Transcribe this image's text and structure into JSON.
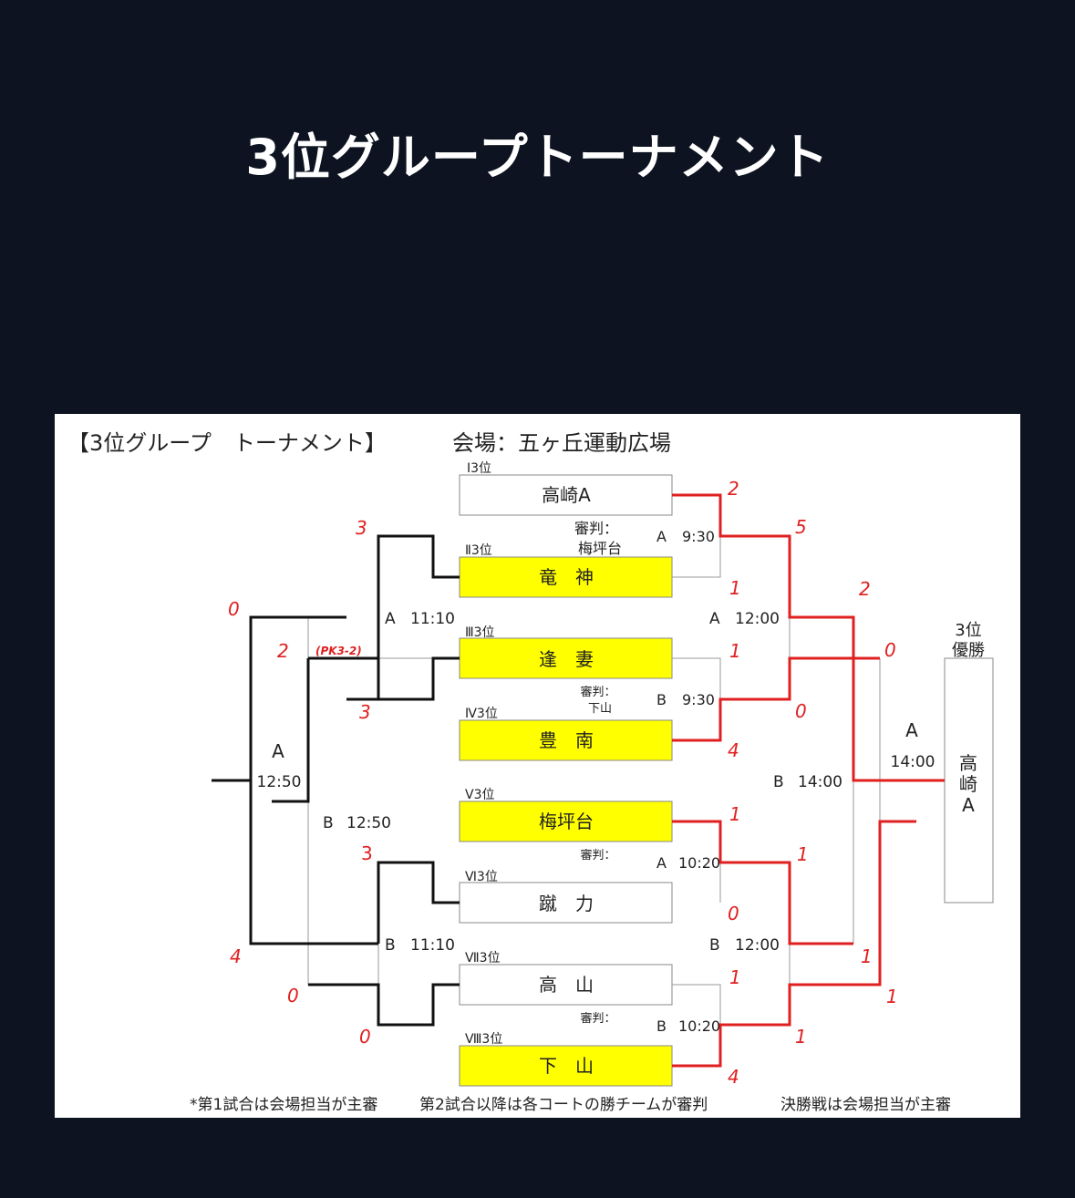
{
  "page_title": "3位グループトーナメント",
  "bracket": {
    "heading": "【3位グループ　トーナメント】",
    "venue": "会場：五ヶ丘運動広場",
    "final_label_top": "3位",
    "final_label_bottom": "優勝",
    "champion": [
      "高",
      "崎",
      "A"
    ],
    "footnote_1": "*第1試合は会場担当が主審",
    "footnote_2": "第2試合以降は各コートの勝チームが審判",
    "footnote_3": "決勝戦は会場担当が主審",
    "teams": [
      {
        "seed": "Ⅰ3位",
        "name": "高崎A",
        "highlight": false
      },
      {
        "seed": "Ⅱ3位",
        "name": "竜　神",
        "highlight": true
      },
      {
        "seed": "Ⅲ3位",
        "name": "逢　妻",
        "highlight": true
      },
      {
        "seed": "Ⅳ3位",
        "name": "豊　南",
        "highlight": true
      },
      {
        "seed": "Ⅴ3位",
        "name": "梅坪台",
        "highlight": true
      },
      {
        "seed": "Ⅵ3位",
        "name": "蹴　力",
        "highlight": false
      },
      {
        "seed": "Ⅶ3位",
        "name": "高　山",
        "highlight": false
      },
      {
        "seed": "Ⅷ3位",
        "name": "下　山",
        "highlight": true
      }
    ],
    "referees": [
      {
        "line1": "審判：",
        "line2": "梅坪台"
      },
      {
        "line1": "審判：",
        "line2": "下山"
      },
      {
        "line1": "審判：",
        "line2": ""
      },
      {
        "line1": "審判：",
        "line2": ""
      }
    ],
    "schedule": [
      {
        "court": "A",
        "time": "9:30"
      },
      {
        "court": "B",
        "time": "9:30"
      },
      {
        "court": "A",
        "time": "10:20"
      },
      {
        "court": "B",
        "time": "10:20"
      },
      {
        "court": "A",
        "time": "12:00"
      },
      {
        "court": "B",
        "time": "12:00"
      },
      {
        "court": "B",
        "time": "14:00"
      },
      {
        "court": "A",
        "time": "14:00"
      },
      {
        "court": "A",
        "time": "11:10"
      },
      {
        "court": "B",
        "time": "11:10"
      },
      {
        "court": "A",
        "time": "12:50"
      },
      {
        "court": "B",
        "time": "12:50"
      }
    ],
    "scores_right": [
      "2",
      "1",
      "1",
      "4",
      "1",
      "0",
      "1",
      "4",
      "5",
      "0",
      "1",
      "1",
      "2",
      "0",
      "1",
      "1"
    ],
    "scores_left": [
      "3",
      "0",
      "2",
      "(PK3-2)",
      "3",
      "3",
      "4",
      "0",
      "0"
    ],
    "colors": {
      "win_line": "#e02020",
      "line": "#111111",
      "highlight": "#ffff00"
    }
  }
}
